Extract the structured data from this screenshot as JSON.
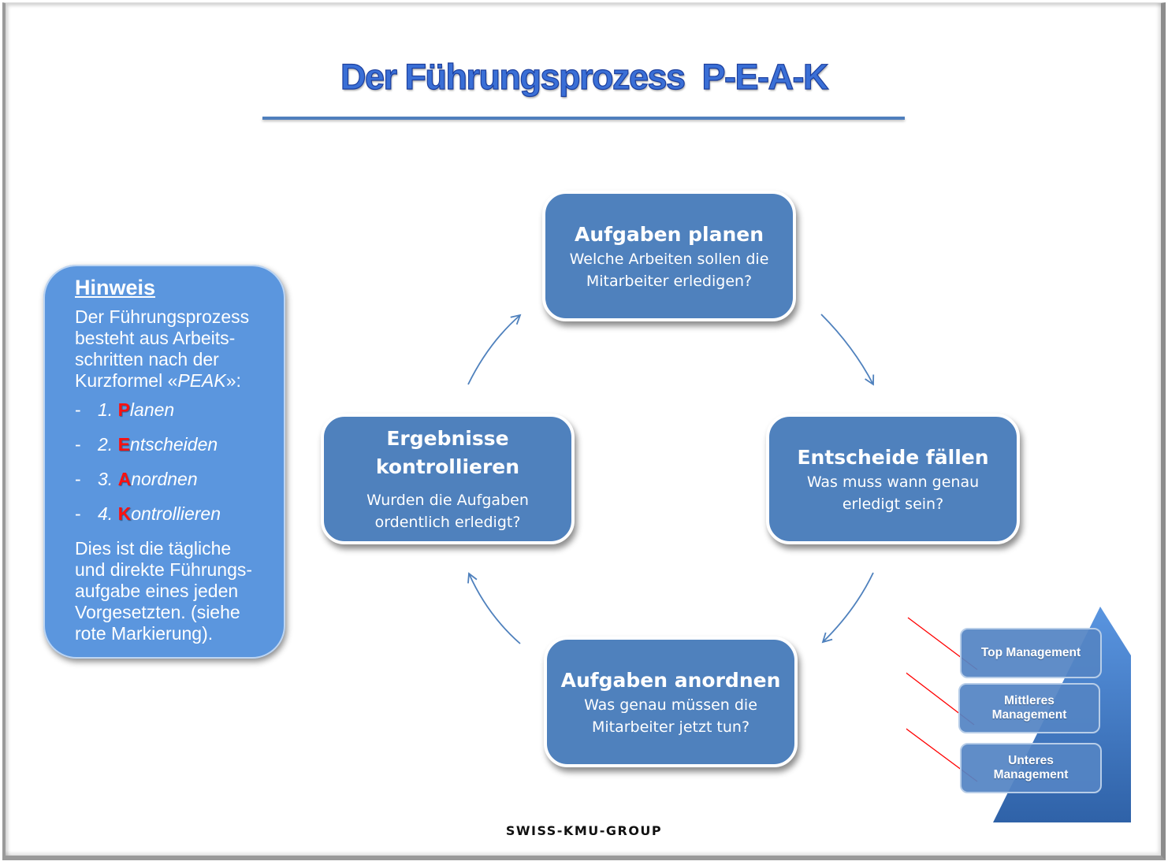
{
  "title": "Der Führungsprozess  P-E-A-K",
  "hint": {
    "heading": "Hinweis",
    "intro_lines": [
      "Der Führungsprozess",
      "besteht aus Arbeits-",
      "schritten nach der"
    ],
    "intro_last_prefix": "Kurzformel «",
    "intro_last_italic": "PEAK",
    "intro_last_suffix": "»:",
    "steps": [
      {
        "dash": "-",
        "number": "1.",
        "letter": "P",
        "rest": "lanen"
      },
      {
        "dash": "-",
        "number": "2.",
        "letter": "E",
        "rest": "ntscheiden"
      },
      {
        "dash": "-",
        "number": "3.",
        "letter": "A",
        "rest": "nordnen"
      },
      {
        "dash": "-",
        "number": "4.",
        "letter": "K",
        "rest": "ontrollieren"
      }
    ],
    "outro_lines": [
      "Dies ist die tägliche",
      "und direkte Führungs-",
      "aufgabe eines jeden",
      "Vorgesetzten. (siehe",
      "rote Markierung)."
    ]
  },
  "cycle": {
    "plan": {
      "title": "Aufgaben planen",
      "desc_lines": [
        "Welche Arbeiten sollen die",
        "Mitarbeiter erledigen?"
      ]
    },
    "decide": {
      "title": "Entscheide fällen",
      "desc_lines": [
        "Was muss wann genau",
        "erledigt sein?"
      ]
    },
    "order": {
      "title": "Aufgaben anordnen",
      "desc_lines": [
        "Was genau müssen die",
        "Mitarbeiter jetzt tun?"
      ]
    },
    "control": {
      "title_lines": [
        "Ergebnisse",
        "kontrollieren"
      ],
      "desc_lines": [
        "Wurden die Aufgaben",
        "ordentlich erledigt?"
      ]
    }
  },
  "pyramid": {
    "levels": [
      {
        "label_lines": [
          "Top Management"
        ]
      },
      {
        "label_lines": [
          "Mittleres",
          "Management"
        ]
      },
      {
        "label_lines": [
          "Unteres",
          "Management"
        ]
      }
    ],
    "marker_color": "#ff0000"
  },
  "colors": {
    "box_fill": "#4f81bd",
    "hint_fill": "#5b96de",
    "arrow": "#4f81bd",
    "highlight_letter": "#ff1010"
  },
  "brand": "SWISS-KMU-GROUP"
}
